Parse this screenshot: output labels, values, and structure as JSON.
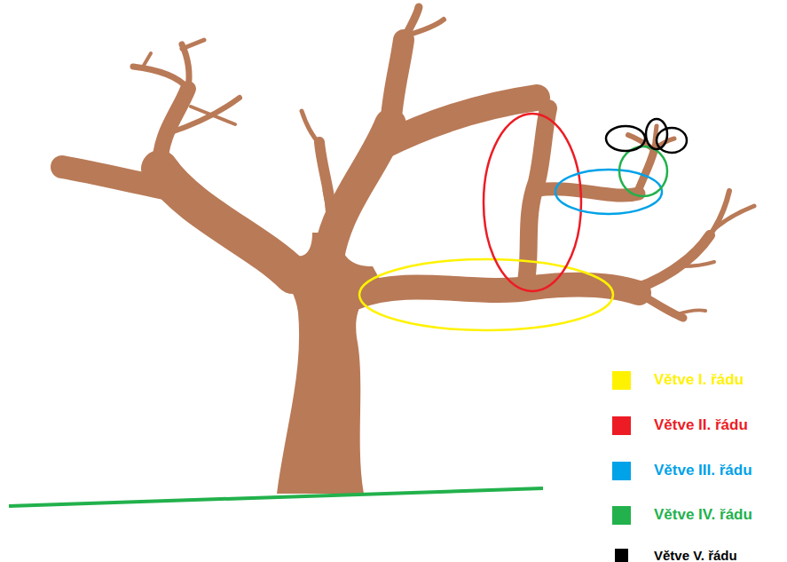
{
  "diagram": {
    "legend": [
      {
        "text": "Větve I. řádu",
        "color": "#fff200"
      },
      {
        "text": "Větve II. řádu",
        "color": "#ed1c24"
      },
      {
        "text": "Větve III. řádu",
        "color": "#00a2e8"
      },
      {
        "text": "Větve IV. řádu",
        "color": "#22b14c"
      },
      {
        "text": "Větve V. řádu",
        "color": "#000000"
      }
    ]
  }
}
